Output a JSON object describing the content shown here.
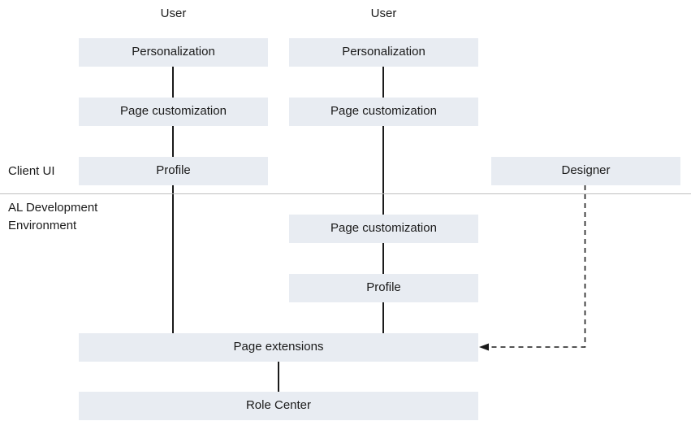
{
  "diagram": {
    "title_hidden": "",
    "colors": {
      "node_fill": "#e8ecf2",
      "text": "#1a1a1a",
      "connector": "#1a1a1a",
      "divider": "#bfbfbf",
      "background": "#ffffff"
    },
    "zones": [
      {
        "id": "client-ui",
        "label": "Client UI"
      },
      {
        "id": "al-development-environment",
        "label": "AL Development\nEnvironment"
      }
    ],
    "captions": [
      {
        "id": "user-left",
        "label": "User"
      },
      {
        "id": "user-right",
        "label": "User"
      }
    ],
    "nodes": [
      {
        "id": "personalization-left",
        "label": "Personalization"
      },
      {
        "id": "page-customization-left",
        "label": "Page customization"
      },
      {
        "id": "profile-left",
        "label": "Profile"
      },
      {
        "id": "personalization-right",
        "label": "Personalization"
      },
      {
        "id": "page-customization-right",
        "label": "Page customization"
      },
      {
        "id": "designer",
        "label": "Designer"
      },
      {
        "id": "page-customization-dev",
        "label": "Page customization"
      },
      {
        "id": "profile-dev",
        "label": "Profile"
      },
      {
        "id": "page-extensions",
        "label": "Page extensions"
      },
      {
        "id": "role-center",
        "label": "Role Center"
      }
    ]
  }
}
